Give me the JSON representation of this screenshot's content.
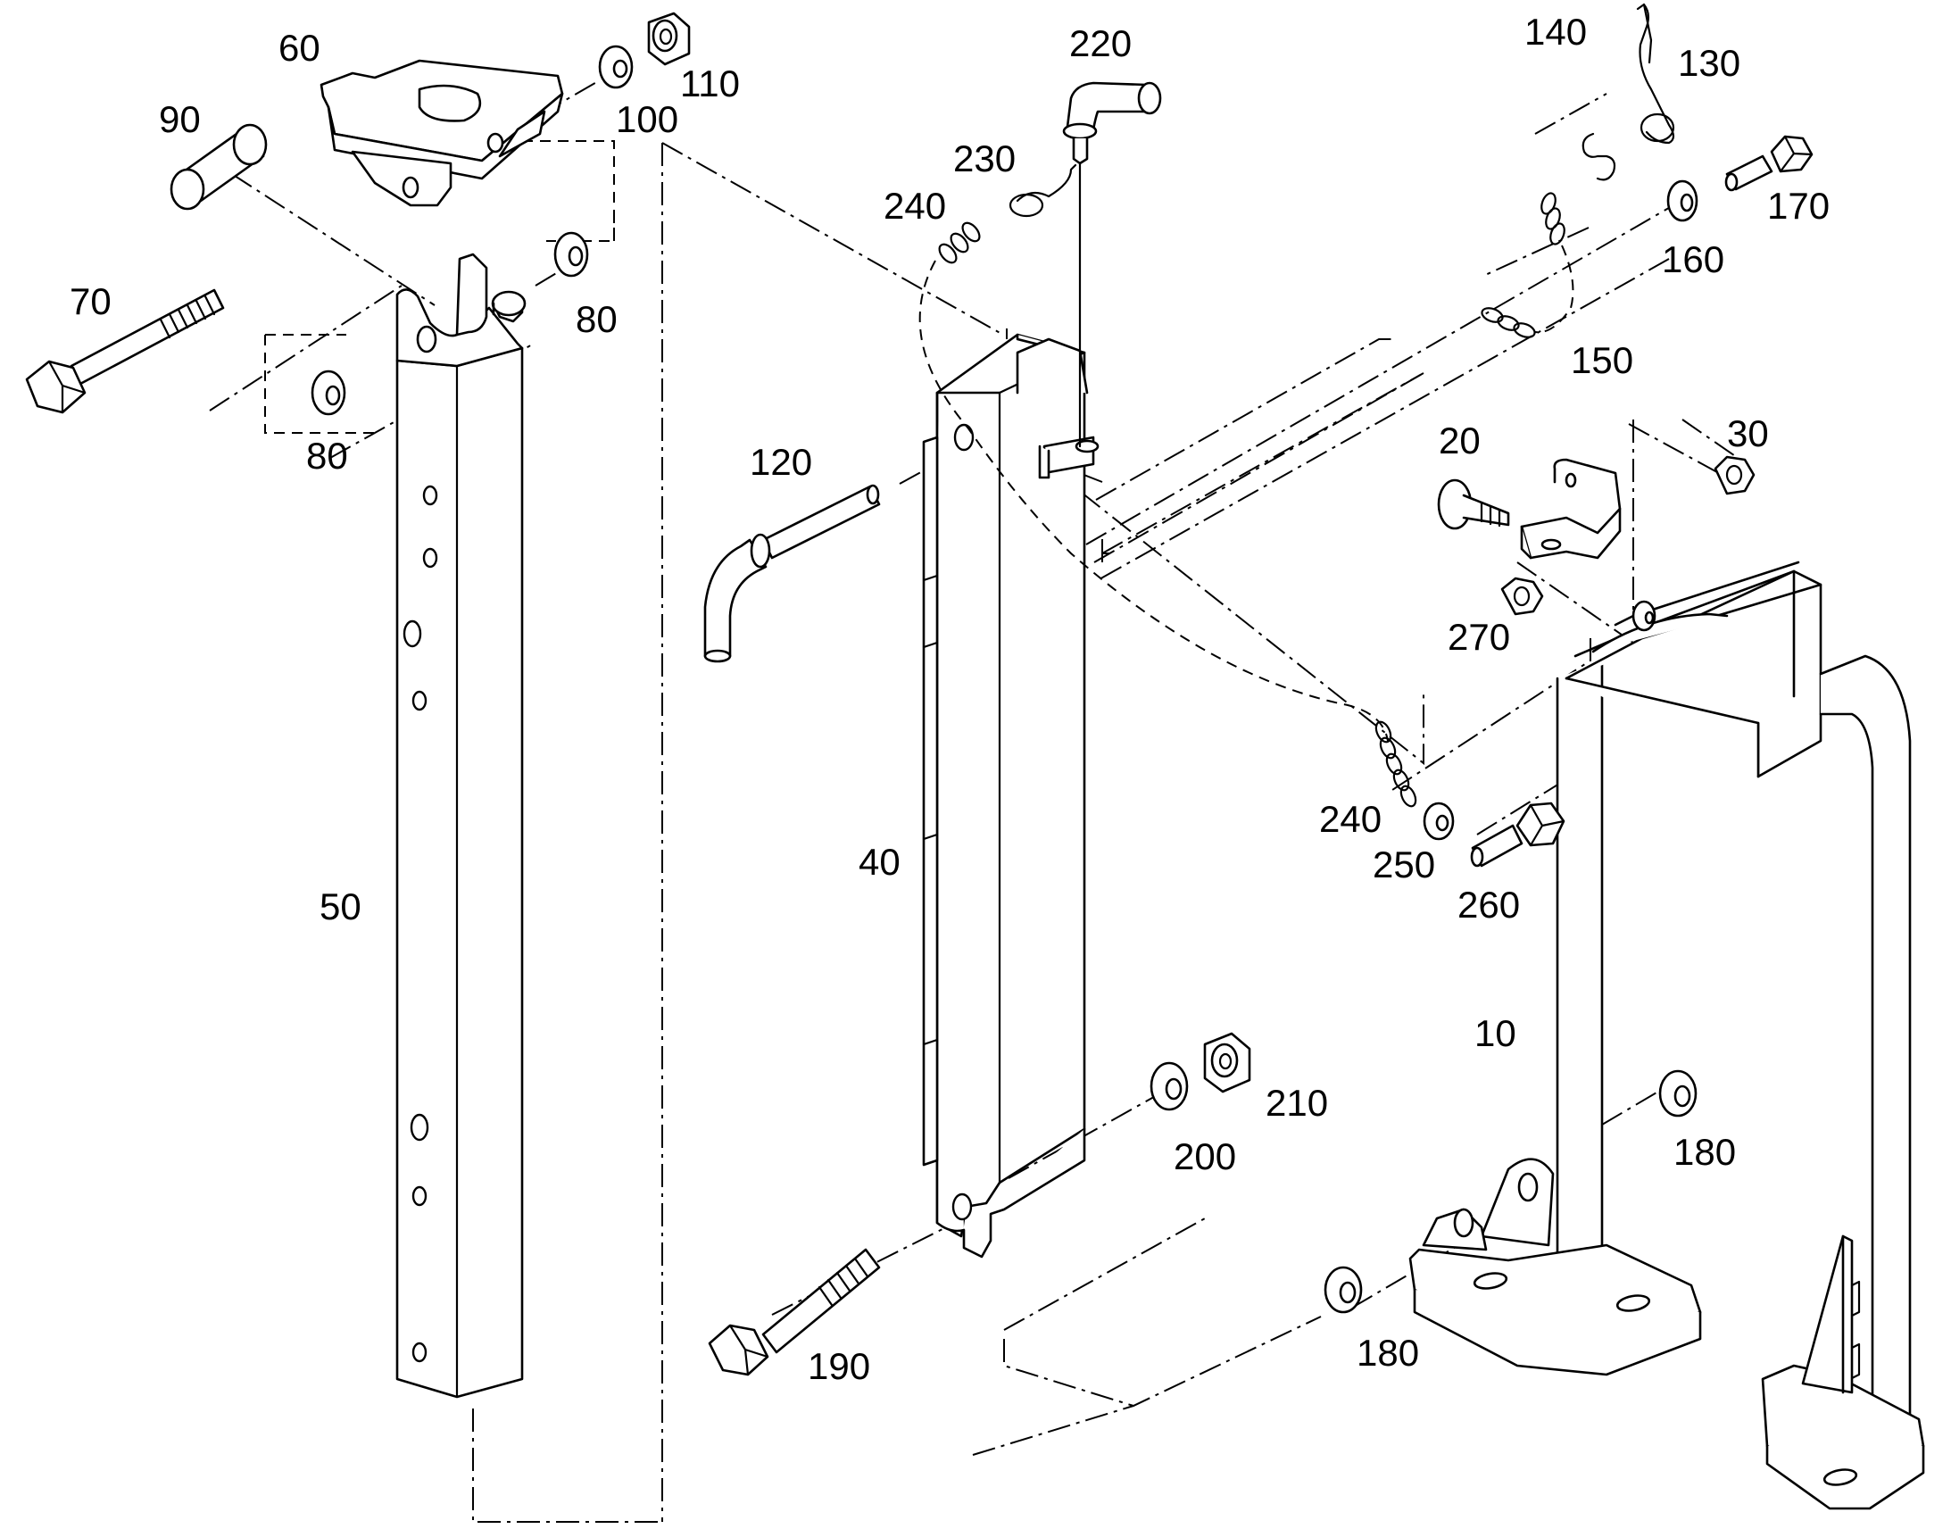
{
  "diagram": {
    "style": {
      "line_color": "#000000",
      "background": "#ffffff"
    },
    "part_labels": {
      "p10": "10",
      "p20": "20",
      "p30": "30",
      "p40": "40",
      "p50": "50",
      "p60": "60",
      "p70": "70",
      "p80a": "80",
      "p80b": "80",
      "p90": "90",
      "p100": "100",
      "p110": "110",
      "p120": "120",
      "p130": "130",
      "p140": "140",
      "p150": "150",
      "p160": "160",
      "p170": "170",
      "p180a": "180",
      "p180b": "180",
      "p190": "190",
      "p200": "200",
      "p210": "210",
      "p220": "220",
      "p230": "230",
      "p240a": "240",
      "p240b": "240",
      "p250": "250",
      "p260": "260",
      "p270": "270"
    }
  }
}
